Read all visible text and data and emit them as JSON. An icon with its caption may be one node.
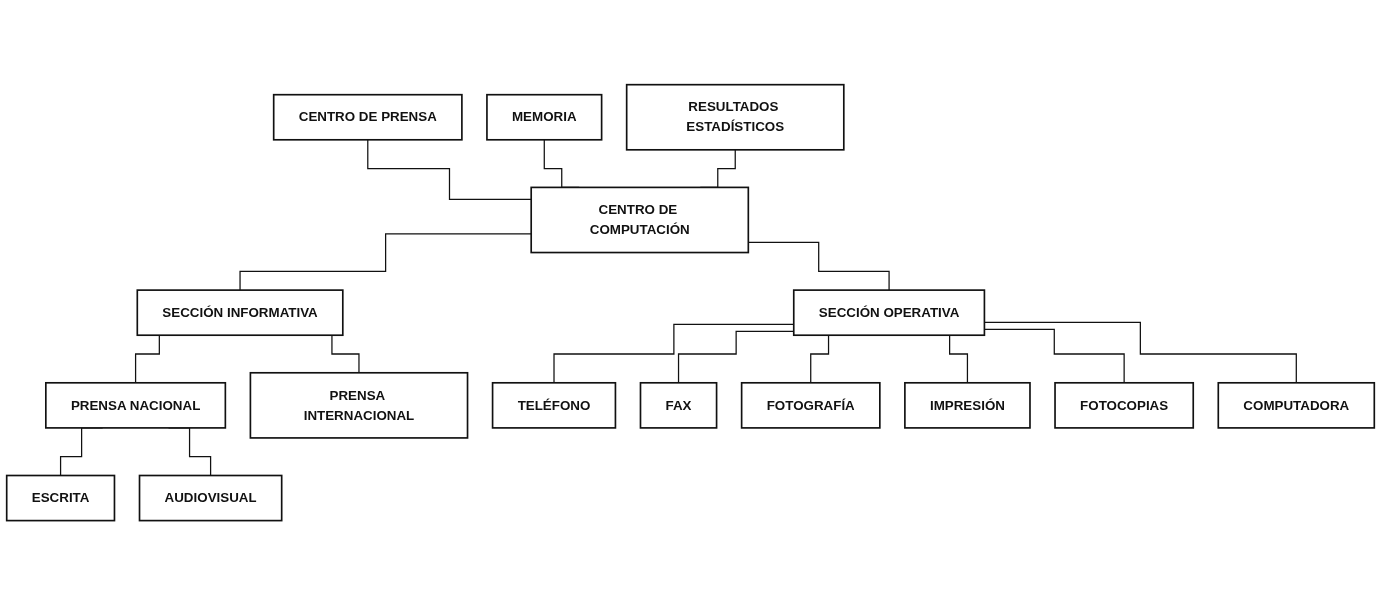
{
  "diagram": {
    "nodes": [
      {
        "text": [
          "CENTRO DE PRENSA"
        ]
      },
      {
        "text": [
          "MEMORIA"
        ]
      },
      {
        "text": [
          "CENTRO DE COMPUTACIÓN"
        ]
      },
      {
        "text": [
          "RESULTADOS ESTADÍSTICOS"
        ]
      },
      {
        "text": [
          "SECCIÓN INFORMATIVA"
        ]
      },
      {
        "text": [
          "SECCIÓN OPERATIVA"
        ]
      },
      {
        "text": [
          "PRENSA NACIONAL"
        ]
      },
      {
        "text": [
          "PRENSA INTERNACIONAL"
        ]
      },
      {
        "text": [
          "ESCRITA"
        ]
      },
      {
        "text": [
          "AUDIOVISUAL"
        ]
      },
      {
        "text": [
          "TELÉFONO"
        ]
      },
      {
        "text": [
          "FAX"
        ]
      },
      {
        "text": [
          "FOTOGRAFÍA"
        ]
      },
      {
        "text": [
          "IMPRESIÓN"
        ]
      },
      {
        "text": [
          "FOTOCOPIAS"
        ]
      },
      {
        "text": [
          "COMPUTADORA"
        ]
      }
    ],
    "edges": [
      {
        "from": 0,
        "to": 2,
        "arrow": "none"
      },
      {
        "from": 1,
        "to": 2,
        "arrow": "none"
      },
      {
        "from": 3,
        "to": 2,
        "arrow": "none"
      },
      {
        "from": 2,
        "to": 4,
        "arrow": "none"
      },
      {
        "from": 2,
        "to": 5,
        "arrow": "none"
      },
      {
        "from": 4,
        "to": 6,
        "arrow": "none"
      },
      {
        "from": 4,
        "to": 7,
        "arrow": "none"
      },
      {
        "from": 6,
        "to": 8,
        "arrow": "none"
      },
      {
        "from": 6,
        "to": 9,
        "arrow": "none"
      },
      {
        "from": 5,
        "to": 10,
        "arrow": "none"
      },
      {
        "from": 5,
        "to": 11,
        "arrow": "none"
      },
      {
        "from": 5,
        "to": 12,
        "arrow": "none"
      },
      {
        "from": 5,
        "to": 13,
        "arrow": "none"
      },
      {
        "from": 5,
        "to": 14,
        "arrow": "none"
      },
      {
        "from": 5,
        "to": 15,
        "arrow": "none"
      }
    ]
  }
}
